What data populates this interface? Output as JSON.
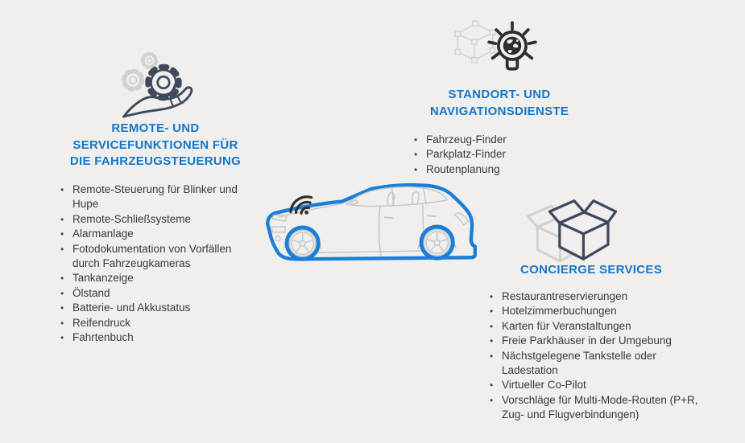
{
  "palette": {
    "background": "#f0efed",
    "accent_blue": "#1577c8",
    "car_blue": "#1b7fd8",
    "icon_navy": "#3e4a5c",
    "icon_gray": "#d2d1ce",
    "icon_dark": "#2f2f2f",
    "text": "#3a3a3a"
  },
  "sections": [
    {
      "icon": "hand-holding-gear-icon",
      "heading_lines": [
        "REMOTE- UND",
        "SERVICEFUNKTIONEN FÜR",
        "DIE FAHRZEUGSTEUERUNG"
      ],
      "items": [
        "Remote-Steuerung für Blinker und Hupe",
        "Remote-Schließsysteme",
        "Alarmanlage",
        "Fotodokumentation von Vorfällen durch Fahrzeugkameras",
        "Tankanzeige",
        "Ölstand",
        "Batterie- und Akkustatus",
        "Reifendruck",
        "Fahrtenbuch"
      ]
    },
    {
      "icon": "lightbulb-globe-cube-icon",
      "heading_lines": [
        "STANDORT- UND",
        "NAVIGATIONSDIENSTE"
      ],
      "items": [
        "Fahrzeug-Finder",
        "Parkplatz-Finder",
        "Routenplanung"
      ]
    },
    {
      "icon": "open-boxes-icon",
      "heading_lines": [
        "CONCIERGE SERVICES"
      ],
      "items": [
        "Restaurantreservierungen",
        "Hotelzimmerbuchungen",
        "Karten für Veranstaltungen",
        "Freie Parkhäuser in der Umgebung",
        "Nächstgelegene Tankstelle oder Ladestation",
        "Virtueller Co-Pilot",
        "Vorschläge für Multi-Mode-Routen (P+R, Zug- und Flugverbindungen)"
      ]
    }
  ],
  "center_graphic": {
    "description": "connected-car-line-art"
  }
}
